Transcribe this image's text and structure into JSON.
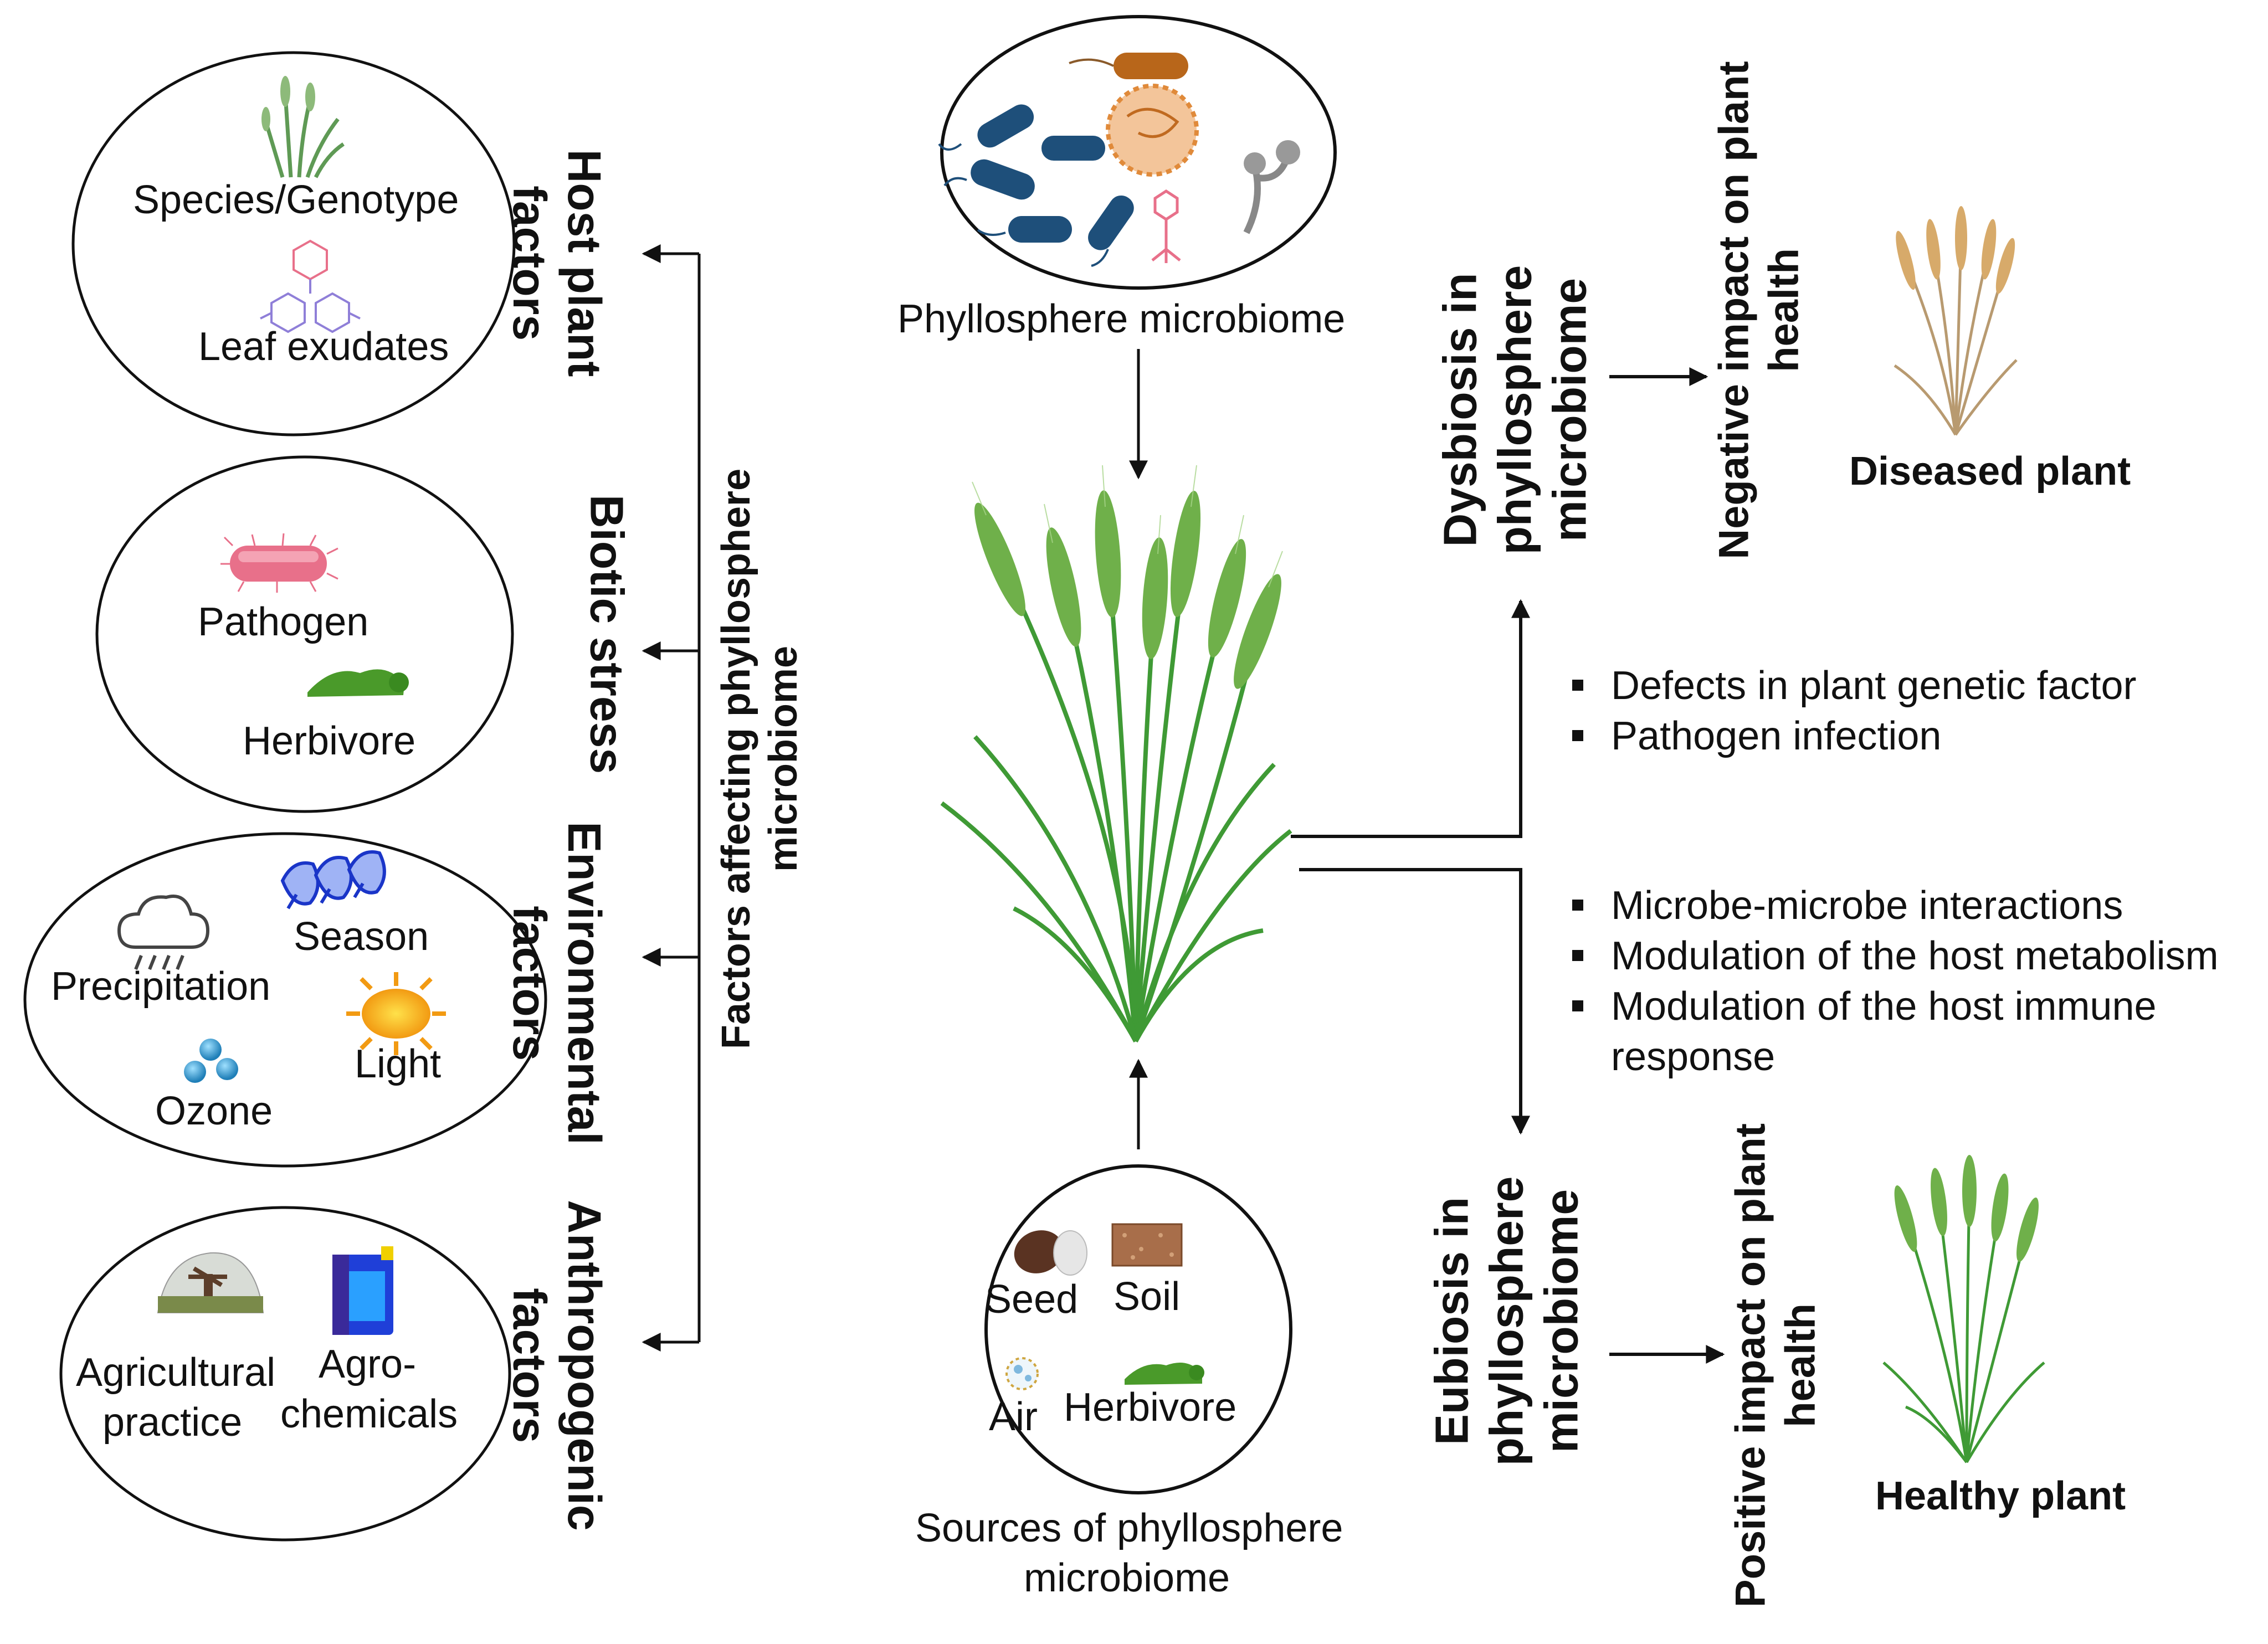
{
  "categories": {
    "host": "Host plant\nfactors",
    "biotic": "Biotic stress",
    "environmental": "Environmental\nfactors",
    "anthropogenic": "Anthropogenic\nfactors"
  },
  "factors_axis_label": "Factors affecting phyllosphere\nmicrobiome",
  "host_items": {
    "species": "Species/Genotype",
    "exudates": "Leaf exudates"
  },
  "biotic_items": {
    "pathogen": "Pathogen",
    "herbivore": "Herbivore"
  },
  "environment_items": {
    "season": "Season",
    "precipitation": "Precipitation",
    "light": "Light",
    "ozone": "Ozone"
  },
  "anthropogenic_items": {
    "agri_line1": "Agricultural",
    "agri_line2": "practice",
    "agro_line1": "Agro-",
    "agro_line2": "chemicals"
  },
  "center": {
    "microbiome_label": "Phyllosphere  microbiome",
    "sources_line1": "Sources of phyllosphere",
    "sources_line2": "microbiome",
    "sources": {
      "seed": "Seed",
      "soil": "Soil",
      "air": "Air",
      "herbivore": "Herbivore"
    }
  },
  "dysbiosis": {
    "label": "Dysbiosis in\nphyllosphere\nmicrobiome",
    "causes": [
      "Defects in plant genetic factor",
      "Pathogen infection"
    ],
    "impact": "Negative impact on plant\nhealth",
    "plant": "Diseased plant"
  },
  "eubiosis": {
    "label": "Eubiosis in\nphyllosphere\nmicrobiome",
    "causes_line1": "Microbe-microbe interactions",
    "causes_line2": "Modulation of the host metabolism",
    "causes_line3a": "Modulation of the host immune",
    "causes_line3b": "response",
    "impact": "Positive impact on plant\nhealth",
    "plant": "Healthy plant"
  },
  "colors": {
    "wheat_green": "#6fb04a",
    "wheat_dry": "#c9a26a",
    "pathogen": "#e8708a",
    "herbivore": "#4a9a2a",
    "bacteria_blue": "#1e4f7a"
  }
}
